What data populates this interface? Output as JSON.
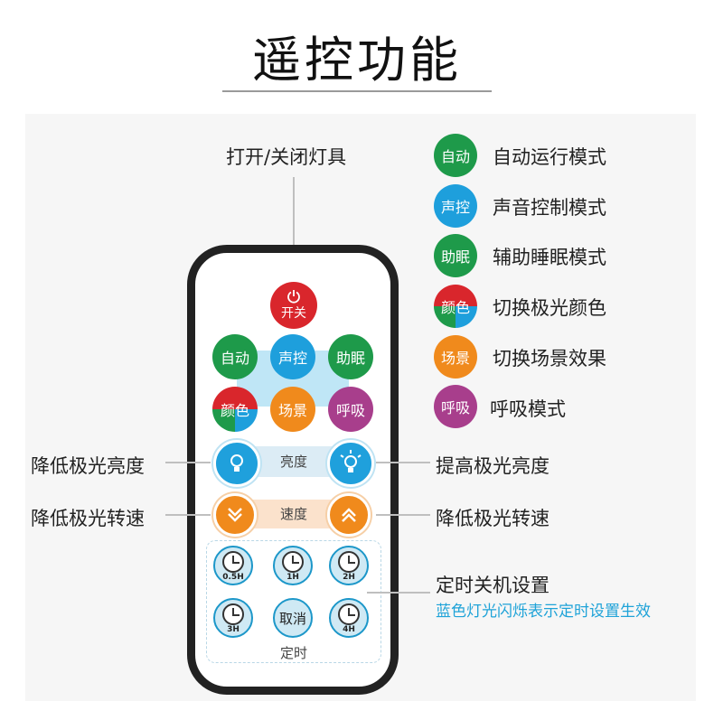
{
  "title": "遥控功能",
  "labels": {
    "power": "打开/关闭灯具",
    "bright_down": "降低极光亮度",
    "bright_up": "提高极光亮度",
    "speed_down": "降低极光转速",
    "speed_up": "降低极光转速",
    "timer": "定时关机设置",
    "timer_note": "蓝色灯光闪烁表示定时设置生效"
  },
  "legend": [
    {
      "badge": "自动",
      "text": "自动运行模式",
      "color": "#1e9a4a"
    },
    {
      "badge": "声控",
      "text": "声音控制模式",
      "color": "#1e9fdc"
    },
    {
      "badge": "助眠",
      "text": "辅助睡眠模式",
      "color": "#1e9a4a"
    },
    {
      "badge": "颜色",
      "text": "切换极光颜色",
      "color": "#1e9a4a"
    },
    {
      "badge": "场景",
      "text": "切换场景效果",
      "color": "#f08a1c"
    },
    {
      "badge": "呼吸",
      "text": "呼吸模式",
      "color": "#a83e8c"
    }
  ],
  "remote": {
    "power_label": "开关",
    "mode_row1": [
      "自动",
      "声控",
      "助眠"
    ],
    "mode_row2": [
      "颜色",
      "场景",
      "呼吸"
    ],
    "brightness_label": "亮度",
    "speed_label": "速度",
    "timers": [
      "0.5H",
      "1H",
      "2H",
      "3H",
      "4H"
    ],
    "cancel_label": "取消",
    "timer_label": "定时"
  },
  "colors": {
    "red": "#d9262c",
    "green": "#1e9a4a",
    "blue": "#1e9fdc",
    "orange": "#f08a1c",
    "purple": "#a83e8c",
    "note": "#1fa3d8"
  }
}
